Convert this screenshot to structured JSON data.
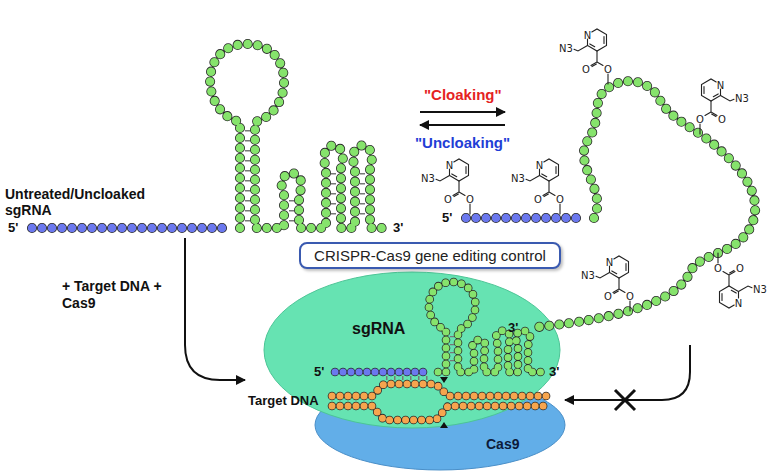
{
  "diagram": {
    "nodes": [
      {
        "text": [
          "Untreated/Uncloaked sgRNA",
          "5'",
          "3'"
        ]
      },
      {
        "text": [
          "3'"
        ]
      },
      {
        "text": [
          "CRISPR-Cas9 gene editing control"
        ]
      },
      {
        "text": [
          "sgRNA",
          "5'",
          "3'",
          "Target DNA",
          "Cas9"
        ]
      }
    ],
    "edges": [
      {
        "from": 0,
        "to": 1,
        "arrow": "to",
        "label": "\"Cloaking\""
      },
      {
        "from": 1,
        "to": 0,
        "arrow": "to",
        "label": "\"Uncloaking\""
      },
      {
        "from": 0,
        "to": 3,
        "arrow": "to",
        "label": "+ Target DNA + Cas9"
      },
      {
        "from": 1,
        "to": 3,
        "arrow": "to"
      }
    ],
    "labels": [
      "5'",
      "N",
      "N3",
      "O",
      "O",
      "N",
      "N3",
      "O",
      "O",
      "N",
      "N3",
      "O",
      "O",
      "N",
      "N3",
      "O",
      "O",
      "N",
      "N3",
      "O",
      "O",
      "N",
      "N3",
      "O",
      "O"
    ]
  }
}
